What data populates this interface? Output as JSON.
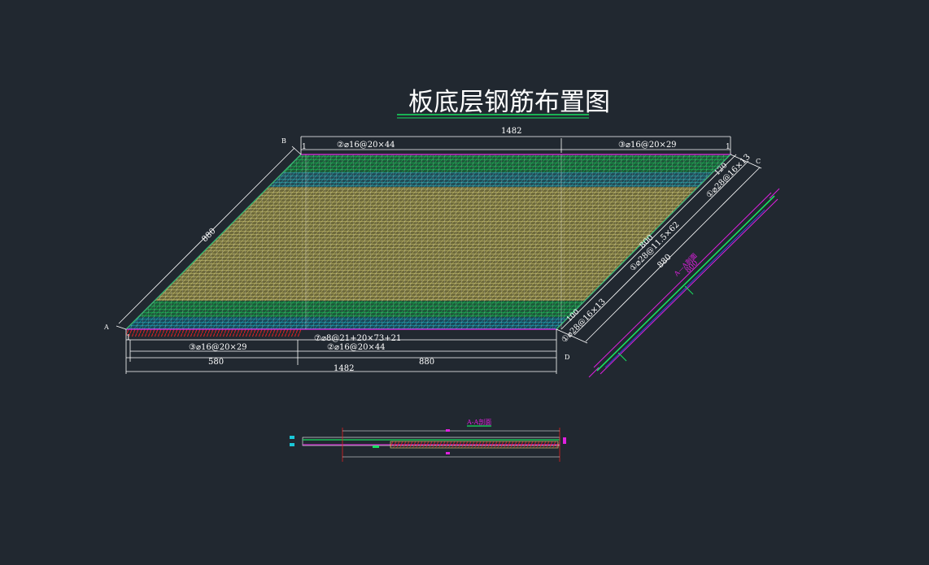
{
  "title": "板底层钢筋布置图",
  "dimensions": {
    "top_total": "1482",
    "bottom_total": "1482",
    "bottom_left": "580",
    "bottom_right": "880",
    "left_side": "880",
    "right_side": "880",
    "right_mid": "800",
    "right_top_small": "120",
    "right_bottom_small": "100",
    "detail_dim": "800"
  },
  "rebar_labels": {
    "top_left": "②⌀16@20×44",
    "top_right": "③⌀16@20×29",
    "bottom_left": "③⌀16@20×29",
    "bottom_right": "②⌀16@20×44",
    "bottom_mid": "⑦⌀8@21+20×73+21",
    "right_top": "①⌀28@16×13",
    "right_mid": "①⌀28@11.5×62",
    "right_bottom": "①⌀28@16×13"
  },
  "section_labels": {
    "diagonal_section": "A—A剖面",
    "bottom_section": "A-A剖面"
  },
  "markers": {
    "a": "A",
    "b": "B",
    "c": "C",
    "d": "D",
    "one": "1"
  },
  "colors": {
    "background": "#212830",
    "white": "#ffffff",
    "green": "#18e060",
    "cyan": "#19c8d8",
    "yellow": "#e8e080",
    "magenta": "#e020e0",
    "red": "#e02020",
    "blue": "#3050ff"
  }
}
